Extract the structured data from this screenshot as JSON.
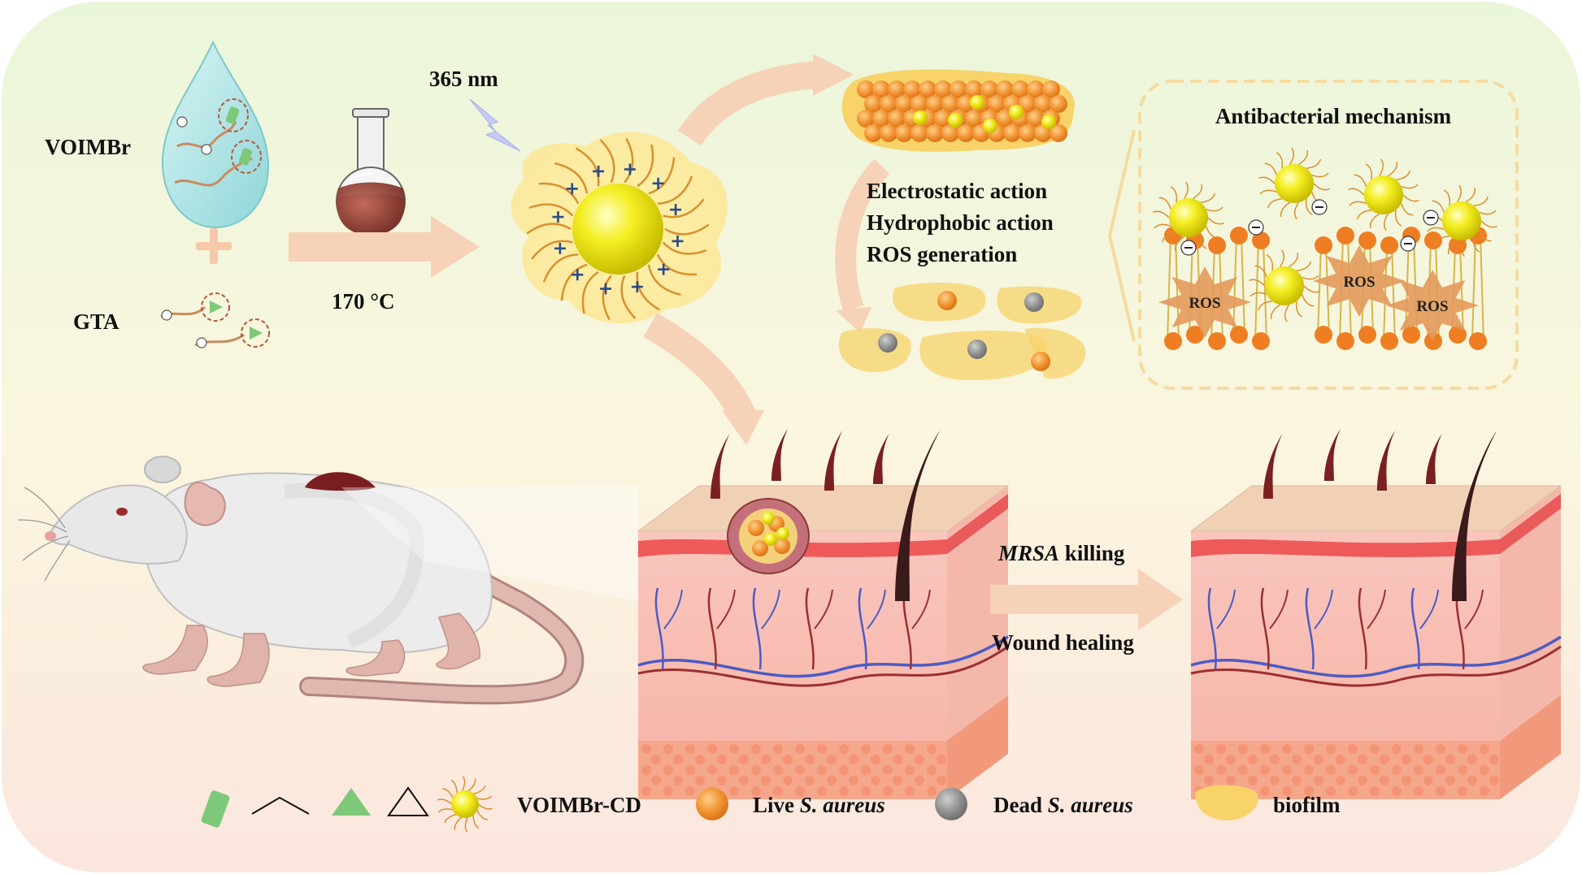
{
  "labels": {
    "wavelength": "365 nm",
    "precursor_1": "VOIMBr",
    "precursor_2": "GTA",
    "temperature": "170 °C",
    "actions": [
      "Electrostatic action",
      "Hydrophobic action",
      "ROS generation"
    ],
    "mechanism_title": "Antibacterial mechanism",
    "ros": "ROS",
    "process_top_italic": "MRSA",
    "process_top_rest": " killing",
    "process_bottom": "Wound healing"
  },
  "legend": {
    "cd": "VOIMBr-CD",
    "live_prefix": "Live ",
    "live_italic": "S. aureus",
    "dead_prefix": "Dead ",
    "dead_italic": "S. aureus",
    "biofilm": "biofilm"
  },
  "colors": {
    "cd_core": "#f2ea10",
    "live_bacteria": "#ee8a2c",
    "dead_bacteria": "#8c8c8c",
    "biofilm": "#f7d36a",
    "arrow": "#f6d2b8",
    "green_shape": "#7ec87a",
    "vessel_blue": "#4c5bc4",
    "vessel_red": "#9b2f2f"
  },
  "icons": [
    "water-drop-icon",
    "flask-icon",
    "lightning-icon",
    "mouse-illustration",
    "skin-block-illustration"
  ]
}
